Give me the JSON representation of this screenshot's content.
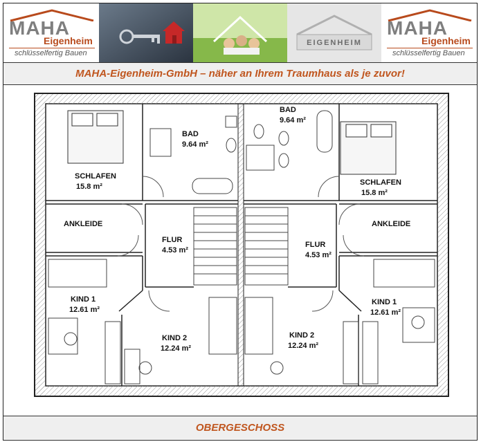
{
  "header": {
    "logo_left": {
      "brand": "MAHA",
      "sub": "Eigenheim",
      "tag": "schlüsselfertig Bauen"
    },
    "logo_right": {
      "brand": "MAHA",
      "sub": "Eigenheim",
      "tag": "schlüsselfertig Bauen"
    },
    "photos": [
      "keys-house-photo",
      "family-lawn-photo",
      "eigenheim-sign-photo"
    ],
    "sign_text": "EIGENHEIM"
  },
  "banner": {
    "text": "MAHA-Eigenheim-GmbH – näher an Ihrem Traumhaus als je zuvor!"
  },
  "rooms": {
    "bad_left": {
      "name": "BAD",
      "area": "9.64 m²"
    },
    "bad_right": {
      "name": "BAD",
      "area": "9.64 m²"
    },
    "schlafen_left": {
      "name": "SCHLAFEN",
      "area": "15.8 m²"
    },
    "schlafen_right": {
      "name": "SCHLAFEN",
      "area": "15.8 m²"
    },
    "ankleide_left": {
      "name": "ANKLEIDE"
    },
    "ankleide_right": {
      "name": "ANKLEIDE"
    },
    "flur_left": {
      "name": "FLUR",
      "area": "4.53 m²"
    },
    "flur_right": {
      "name": "FLUR",
      "area": "4.53 m²"
    },
    "kind1_left": {
      "name": "KIND 1",
      "area": "12.61 m²"
    },
    "kind1_right": {
      "name": "KIND 1",
      "area": "12.61 m²"
    },
    "kind2_left": {
      "name": "KIND 2",
      "area": "12.24 m²"
    },
    "kind2_right": {
      "name": "KIND 2",
      "area": "12.24 m²"
    }
  },
  "footer": {
    "text": "OBERGESCHOSS"
  },
  "colors": {
    "accent": "#c0561f",
    "logo_gray": "#7f7f7f",
    "banner_bg": "#efefef"
  }
}
